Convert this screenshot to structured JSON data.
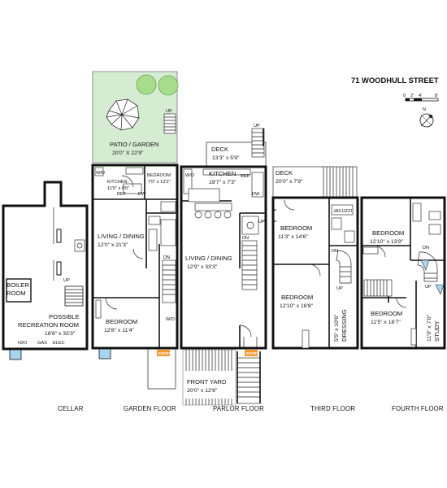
{
  "title": "71 WOODHULL STREET",
  "scale": {
    "ticks": [
      "0",
      "2'",
      "4'",
      "8'"
    ]
  },
  "compass": {
    "label": "N"
  },
  "floors": [
    {
      "name": "CELLAR"
    },
    {
      "name": "GARDEN FLOOR"
    },
    {
      "name": "PARLOR FLOOR"
    },
    {
      "name": "THIRD FLOOR"
    },
    {
      "name": "FOURTH FLOOR"
    }
  ],
  "rooms": {
    "boiler": {
      "l1": "BOILER",
      "l2": "ROOM"
    },
    "recreation": {
      "l1": "POSSIBLE",
      "l2": "RECREATION ROOM",
      "dim": "18'6\" x 33'3\""
    },
    "patio": {
      "name": "PATIO / GARDEN",
      "dim": "20'0\" X 22'9\""
    },
    "garden_kitchen": {
      "name": "KITCHEN",
      "dim": "11'6\" x 8'0\""
    },
    "garden_bedroom_small": {
      "name": "BEDROOM",
      "dim": "7'0\" x 13'2\""
    },
    "garden_living": {
      "name": "LIVING / DINING",
      "dim": "12'0\" x 21'3\""
    },
    "garden_bedroom": {
      "name": "BEDROOM",
      "dim": "12'8\" x 11'4\""
    },
    "parlor_deck": {
      "name": "DECK",
      "dim": "13'3\" x 5'9\""
    },
    "parlor_kitchen": {
      "name": "KITCHEN",
      "dim": "19'7\" x 7'3\""
    },
    "parlor_living": {
      "name": "LIVING / DINING",
      "dim": "12'9\" x 33'3\""
    },
    "front_yard": {
      "name": "FRONT YARD",
      "dim": "20'0\" x 12'6\""
    },
    "third_deck": {
      "name": "DECK",
      "dim": "20'0\" x 7'9\""
    },
    "third_bedroom_rear": {
      "name": "BEDROOM",
      "dim": "11'3\" x 14'6\""
    },
    "third_bedroom_front": {
      "name": "BEDROOM",
      "dim": "12'10\" x 18'8\""
    },
    "dressing": {
      "name": "DRESSING",
      "dim": "5'5\" x 10'6\""
    },
    "fourth_bedroom_rear": {
      "name": "BEDROOM",
      "dim": "12'10\" x 13'9\""
    },
    "fourth_bedroom_front": {
      "name": "BEDROOM",
      "dim": "11'5\" x 16'7\""
    },
    "study": {
      "name": "STUDY",
      "dim": "11'0\" x 7'0\""
    }
  },
  "labels": {
    "up": "UP",
    "dn": "DN",
    "wd": "W/D",
    "ref": "REF",
    "dw": "DW",
    "jacuzzi": "JACUZZI",
    "entry": "ENTRY",
    "h2o": "H2O",
    "gas": "GAS",
    "elec": "ELEC"
  }
}
